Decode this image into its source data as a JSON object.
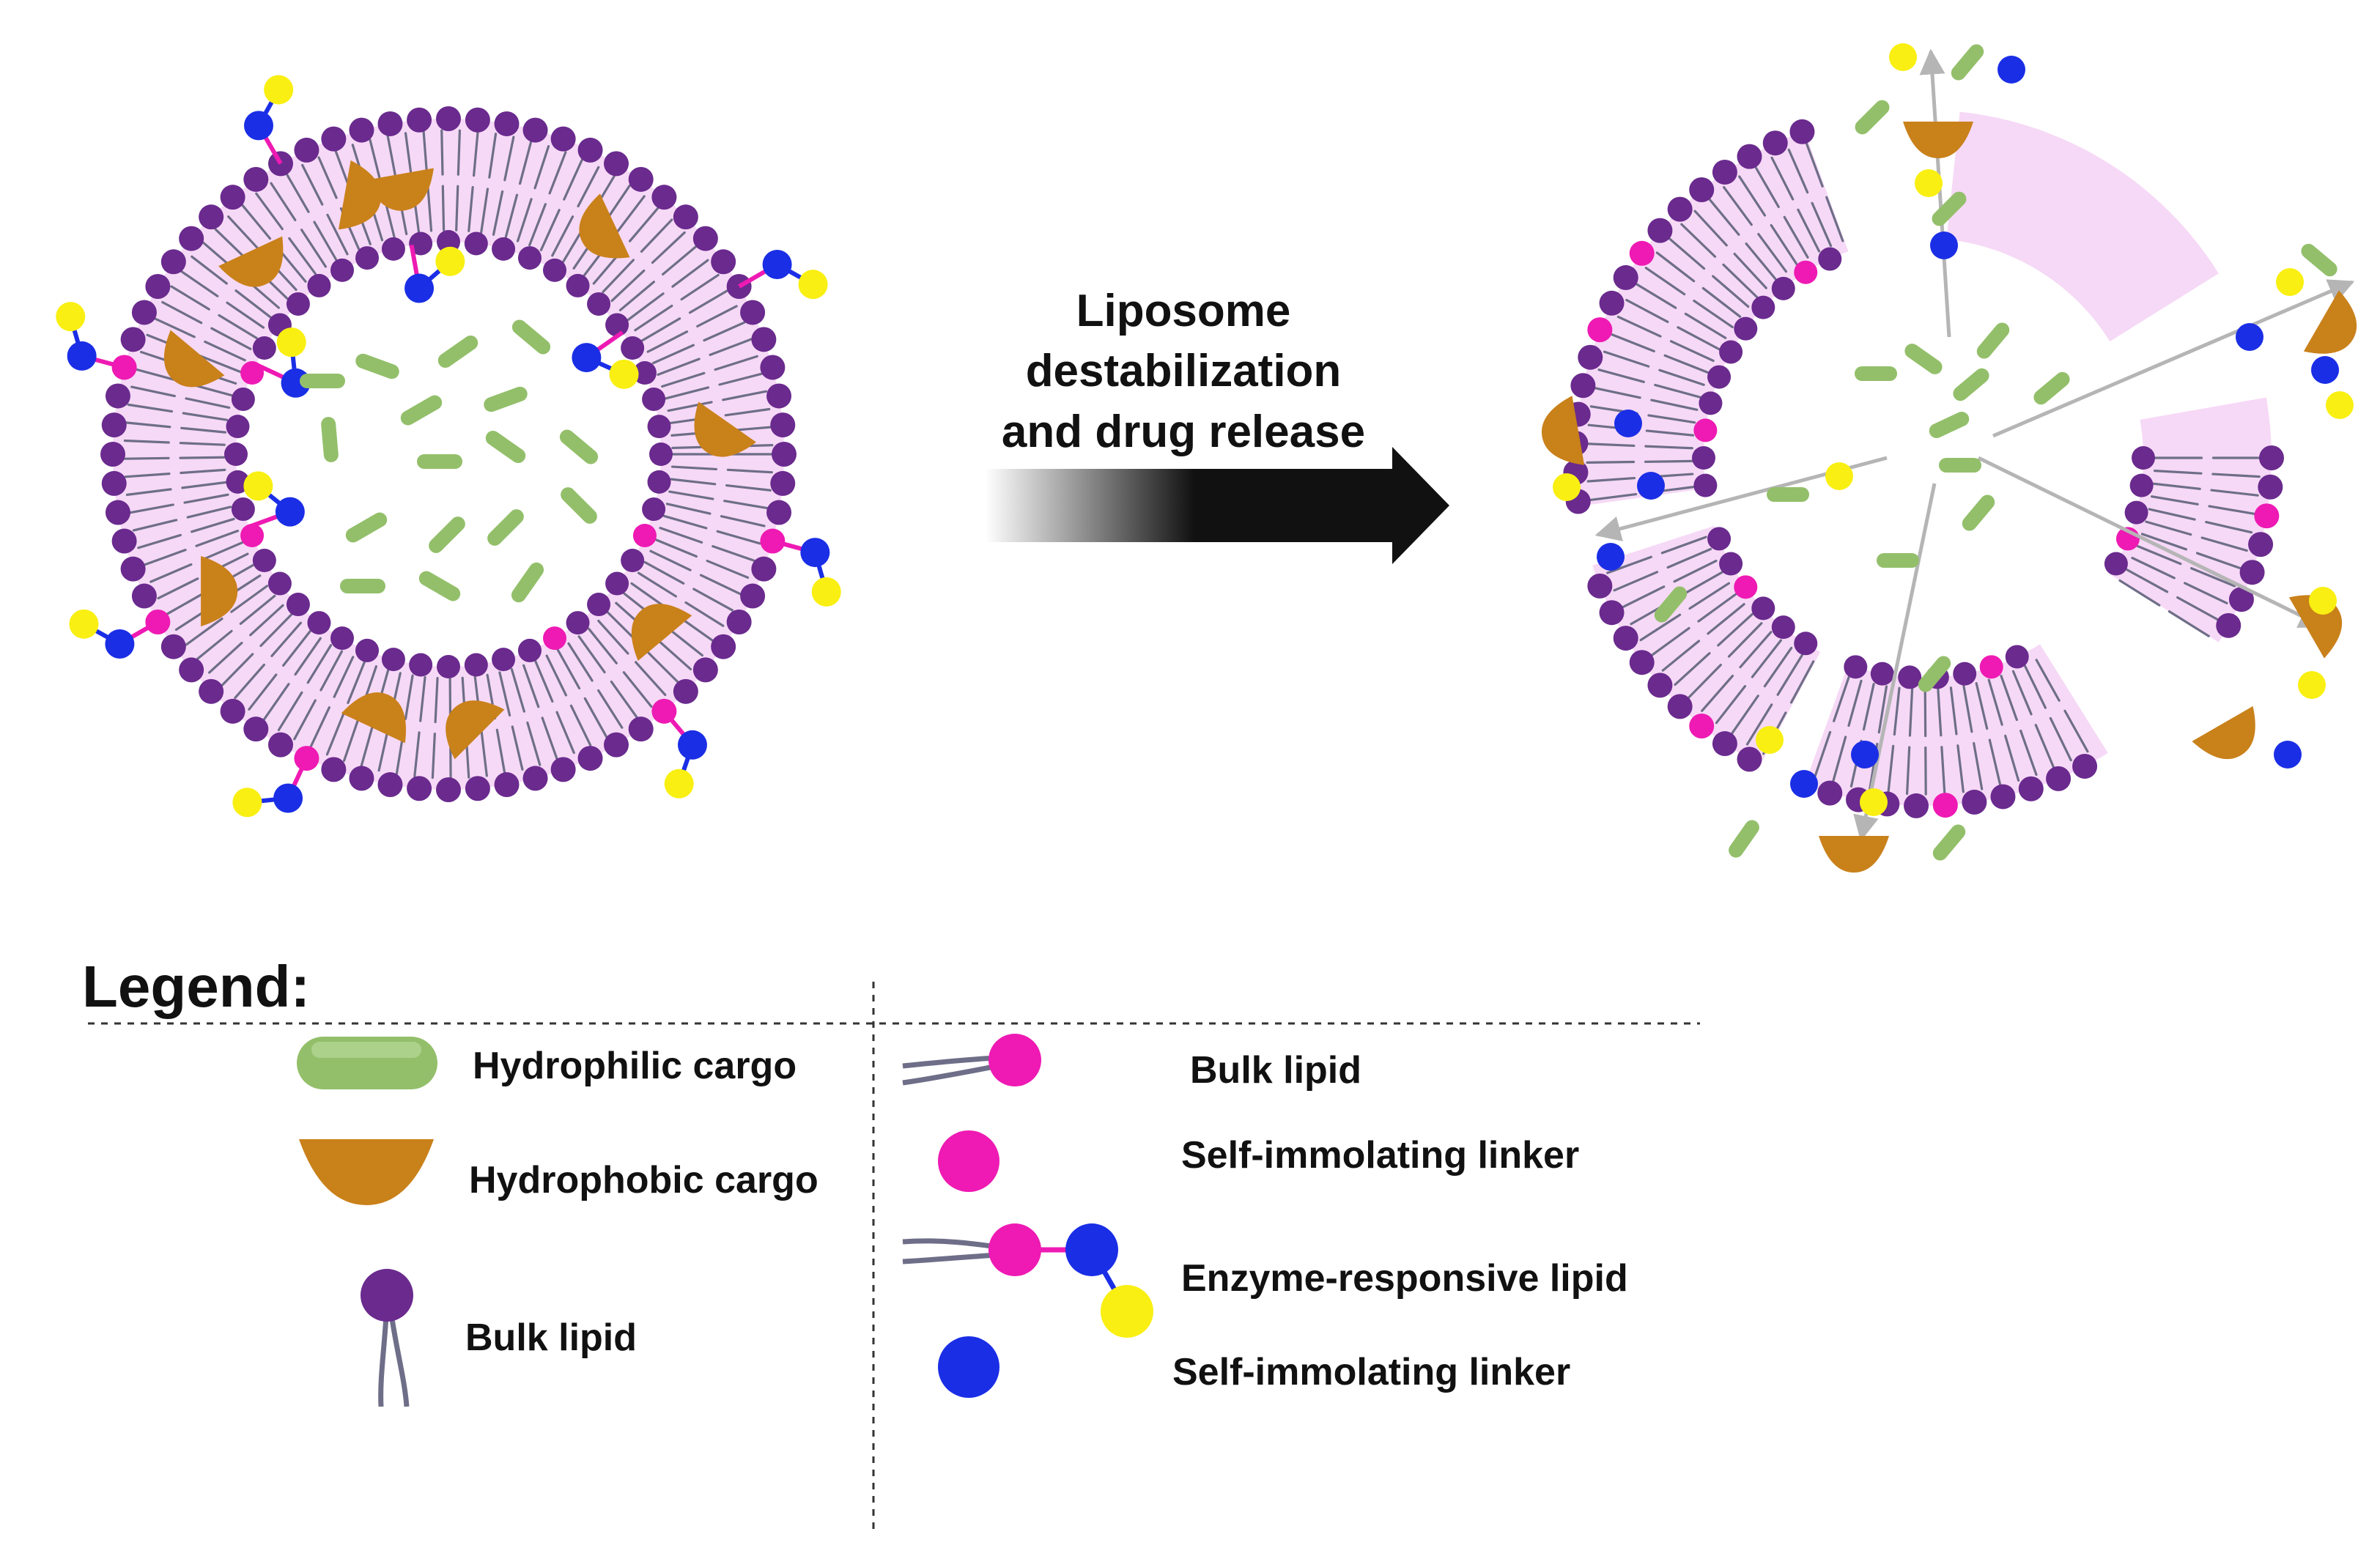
{
  "process_arrow": {
    "lines": [
      "Liposome",
      "destabilization",
      "and drug release"
    ]
  },
  "legend": {
    "title": "Legend:",
    "items": [
      {
        "label": "Hydrophilic cargo"
      },
      {
        "label": "Hydrophobic cargo"
      },
      {
        "label": "Bulk lipid"
      },
      {
        "label": "Bulk lipid"
      },
      {
        "label": "Self-immolating linker"
      },
      {
        "label": "Enzyme-responsive lipid"
      },
      {
        "label": "Self-immolating linker"
      }
    ]
  },
  "colors": {
    "bulk_lipid_head": "#6a2a8e",
    "bilayer_fill": "#f6d9f6",
    "lipid_tail": "#6e6e88",
    "self_immolating_linker_magenta": "#ee1ab3",
    "self_immolating_linker_blue": "#1a2ee6",
    "enzyme_substrate_yellow": "#f9ef12",
    "hydrophilic_cargo": "#93bf6a",
    "hydrophobic_cargo": "#c9811a",
    "release_arrows": "#b5b5b5"
  }
}
